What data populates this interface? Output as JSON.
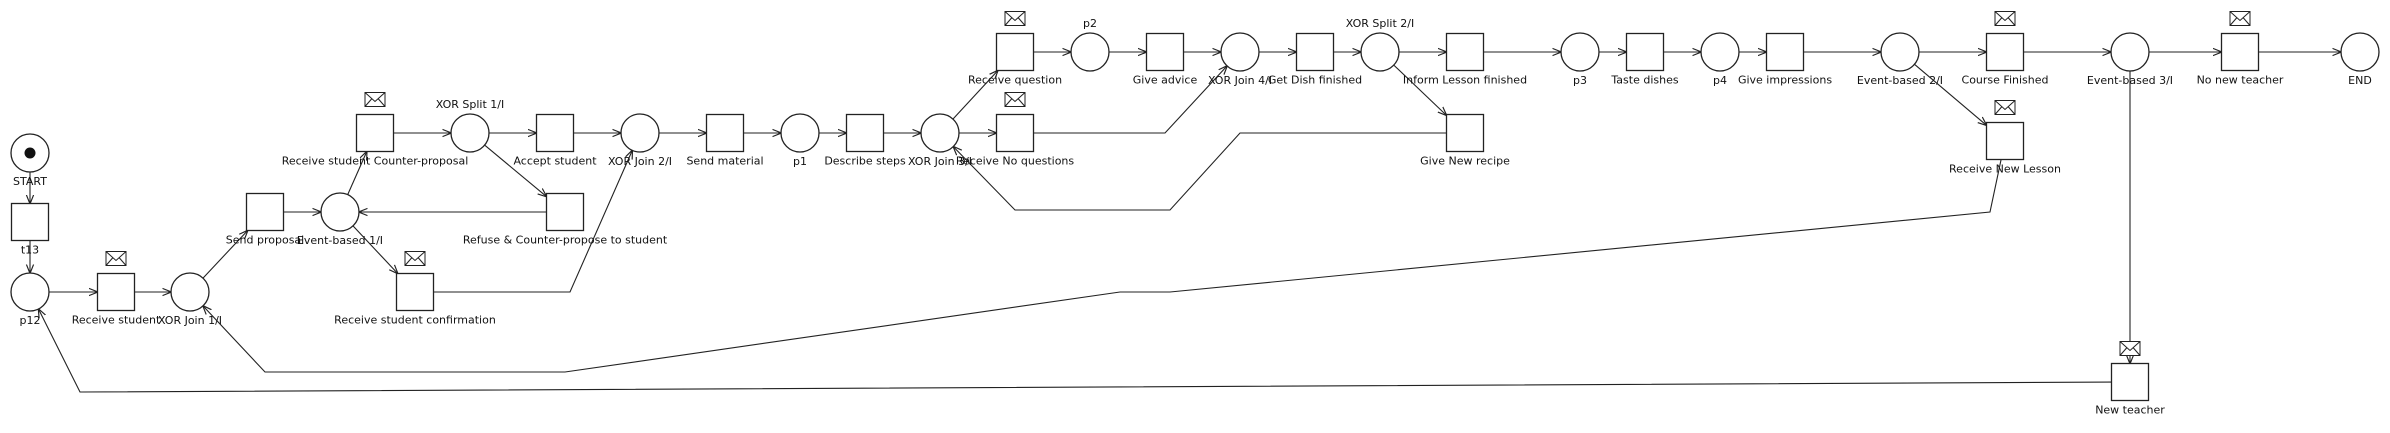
{
  "diagram": {
    "type": "petri-net",
    "nodes": [
      {
        "id": "START",
        "kind": "place",
        "label": "START",
        "token": true
      },
      {
        "id": "t13",
        "kind": "transition",
        "label": "t13"
      },
      {
        "id": "p12",
        "kind": "place",
        "label": "p12"
      },
      {
        "id": "recv_student",
        "kind": "transition",
        "label": "Receive student",
        "message": true
      },
      {
        "id": "xor_join_1",
        "kind": "place",
        "label": "XOR Join 1/I"
      },
      {
        "id": "send_proposal",
        "kind": "transition",
        "label": "Send proposal"
      },
      {
        "id": "event_based_1",
        "kind": "place",
        "label": "Event-based 1/I"
      },
      {
        "id": "recv_student_counter",
        "kind": "transition",
        "label": "Receive student Counter-proposal",
        "message": true
      },
      {
        "id": "recv_student_confirm",
        "kind": "transition",
        "label": "Receive student confirmation",
        "message": true
      },
      {
        "id": "xor_split_1",
        "kind": "place",
        "label": "",
        "top_label": "XOR Split 1/I"
      },
      {
        "id": "accept_student",
        "kind": "transition",
        "label": "Accept student"
      },
      {
        "id": "refuse_counter",
        "kind": "transition",
        "label": "Refuse & Counter-propose  to student"
      },
      {
        "id": "xor_join_2",
        "kind": "place",
        "label": "XOR Join 2/I"
      },
      {
        "id": "send_material",
        "kind": "transition",
        "label": "Send material"
      },
      {
        "id": "p1",
        "kind": "place",
        "label": "p1"
      },
      {
        "id": "describe_steps",
        "kind": "transition",
        "label": "Describe steps"
      },
      {
        "id": "xor_join_3",
        "kind": "place",
        "label": "XOR Join 3/I"
      },
      {
        "id": "recv_question",
        "kind": "transition",
        "label": "Receive question",
        "message": true
      },
      {
        "id": "recv_no_questions",
        "kind": "transition",
        "label": "Receive No questions",
        "message": true
      },
      {
        "id": "p2",
        "kind": "place",
        "label": "",
        "top_label": "p2"
      },
      {
        "id": "give_advice",
        "kind": "transition",
        "label": "Give advice"
      },
      {
        "id": "xor_join_4",
        "kind": "place",
        "label": "XOR Join 4/I"
      },
      {
        "id": "get_dish_finished",
        "kind": "transition",
        "label": "Get Dish finished"
      },
      {
        "id": "xor_split_2",
        "kind": "place",
        "label": "",
        "top_label": "XOR Split 2/I"
      },
      {
        "id": "inform_lesson_finished",
        "kind": "transition",
        "label": "Inform Lesson finished"
      },
      {
        "id": "give_new_recipe",
        "kind": "transition",
        "label": "Give New recipe"
      },
      {
        "id": "p3",
        "kind": "place",
        "label": "p3"
      },
      {
        "id": "taste_dishes",
        "kind": "transition",
        "label": "Taste dishes"
      },
      {
        "id": "p4",
        "kind": "place",
        "label": "p4"
      },
      {
        "id": "give_impressions",
        "kind": "transition",
        "label": "Give impressions"
      },
      {
        "id": "event_based_2",
        "kind": "place",
        "label": "Event-based 2/I"
      },
      {
        "id": "course_finished",
        "kind": "transition",
        "label": "Course Finished",
        "message": true
      },
      {
        "id": "recv_new_lesson",
        "kind": "transition",
        "label": "Receive New Lesson",
        "message": true
      },
      {
        "id": "event_based_3",
        "kind": "place",
        "label": "Event-based 3/I"
      },
      {
        "id": "no_new_teacher",
        "kind": "transition",
        "label": "No new teacher",
        "message": true
      },
      {
        "id": "new_teacher",
        "kind": "transition",
        "label": "New teacher",
        "message": true
      },
      {
        "id": "END",
        "kind": "place",
        "label": "END"
      }
    ],
    "arcs": [
      [
        "START",
        "t13"
      ],
      [
        "t13",
        "p12"
      ],
      [
        "p12",
        "recv_student"
      ],
      [
        "recv_student",
        "xor_join_1"
      ],
      [
        "xor_join_1",
        "send_proposal"
      ],
      [
        "send_proposal",
        "event_based_1"
      ],
      [
        "event_based_1",
        "recv_student_counter"
      ],
      [
        "event_based_1",
        "recv_student_confirm"
      ],
      [
        "recv_student_counter",
        "xor_split_1"
      ],
      [
        "xor_split_1",
        "accept_student"
      ],
      [
        "xor_split_1",
        "refuse_counter"
      ],
      [
        "refuse_counter",
        "event_based_1"
      ],
      [
        "accept_student",
        "xor_join_2"
      ],
      [
        "recv_student_confirm",
        "xor_join_2"
      ],
      [
        "xor_join_2",
        "send_material"
      ],
      [
        "send_material",
        "p1"
      ],
      [
        "p1",
        "describe_steps"
      ],
      [
        "describe_steps",
        "xor_join_3"
      ],
      [
        "xor_join_3",
        "recv_question"
      ],
      [
        "xor_join_3",
        "recv_no_questions"
      ],
      [
        "recv_question",
        "p2"
      ],
      [
        "p2",
        "give_advice"
      ],
      [
        "give_advice",
        "xor_join_4"
      ],
      [
        "recv_no_questions",
        "xor_join_4"
      ],
      [
        "xor_join_4",
        "get_dish_finished"
      ],
      [
        "get_dish_finished",
        "xor_split_2"
      ],
      [
        "xor_split_2",
        "inform_lesson_finished"
      ],
      [
        "xor_split_2",
        "give_new_recipe"
      ],
      [
        "give_new_recipe",
        "xor_join_3"
      ],
      [
        "inform_lesson_finished",
        "p3"
      ],
      [
        "p3",
        "taste_dishes"
      ],
      [
        "taste_dishes",
        "p4"
      ],
      [
        "p4",
        "give_impressions"
      ],
      [
        "give_impressions",
        "event_based_2"
      ],
      [
        "event_based_2",
        "course_finished"
      ],
      [
        "event_based_2",
        "recv_new_lesson"
      ],
      [
        "recv_new_lesson",
        "xor_join_1"
      ],
      [
        "course_finished",
        "event_based_3"
      ],
      [
        "event_based_3",
        "no_new_teacher"
      ],
      [
        "event_based_3",
        "new_teacher"
      ],
      [
        "no_new_teacher",
        "END"
      ],
      [
        "new_teacher",
        "p12"
      ]
    ]
  }
}
